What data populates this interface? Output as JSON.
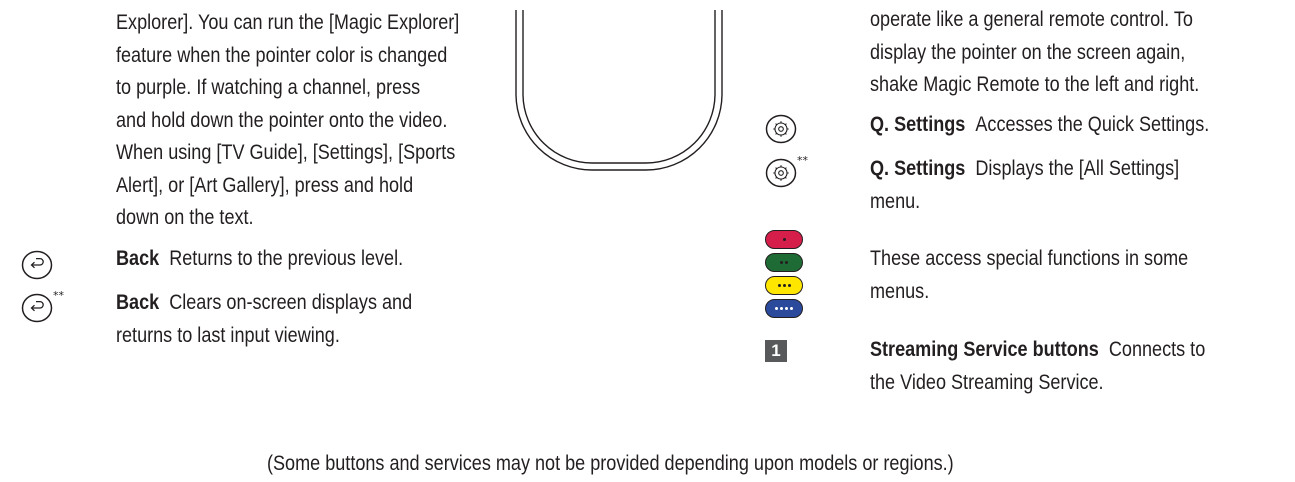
{
  "col1": {
    "para_lines": [
      "Explorer]. You can run the [Magic Explorer]",
      "feature when the pointer color is changed",
      "to purple. If watching a channel, press",
      "and hold down the pointer onto the video.",
      "When using [TV Guide], [Settings], [Sports",
      "Alert], or [Art Gallery], press and hold",
      "down on the text."
    ],
    "back1": {
      "title": "Back",
      "desc": "Returns to the previous level."
    },
    "back2": {
      "title": "Back",
      "desc": "Clears on-screen displays and",
      "line2": "returns to last input viewing.",
      "mark": "**"
    }
  },
  "col3": {
    "para_lines": [
      "operate like a general remote control. To",
      "display the pointer on the screen again,",
      "shake Magic Remote to the left and right."
    ],
    "qsettings1": {
      "title": "Q. Settings",
      "desc": "Accesses the Quick Settings."
    },
    "qsettings2": {
      "title": "Q. Settings",
      "desc": "Displays the [All Settings]",
      "line2": "menu.",
      "mark": "**"
    },
    "color_buttons": {
      "line1": "These access special functions in some",
      "line2": "menus.",
      "colors": [
        "#d51f4a",
        "#1e6b36",
        "#ffe600",
        "#2b4a9c"
      ]
    },
    "streaming": {
      "badge": "1",
      "title": "Streaming Service buttons",
      "desc": "Connects to",
      "line2": "the Video Streaming Service."
    }
  },
  "footer": "(Some buttons and services may not be provided depending upon models or regions.)"
}
